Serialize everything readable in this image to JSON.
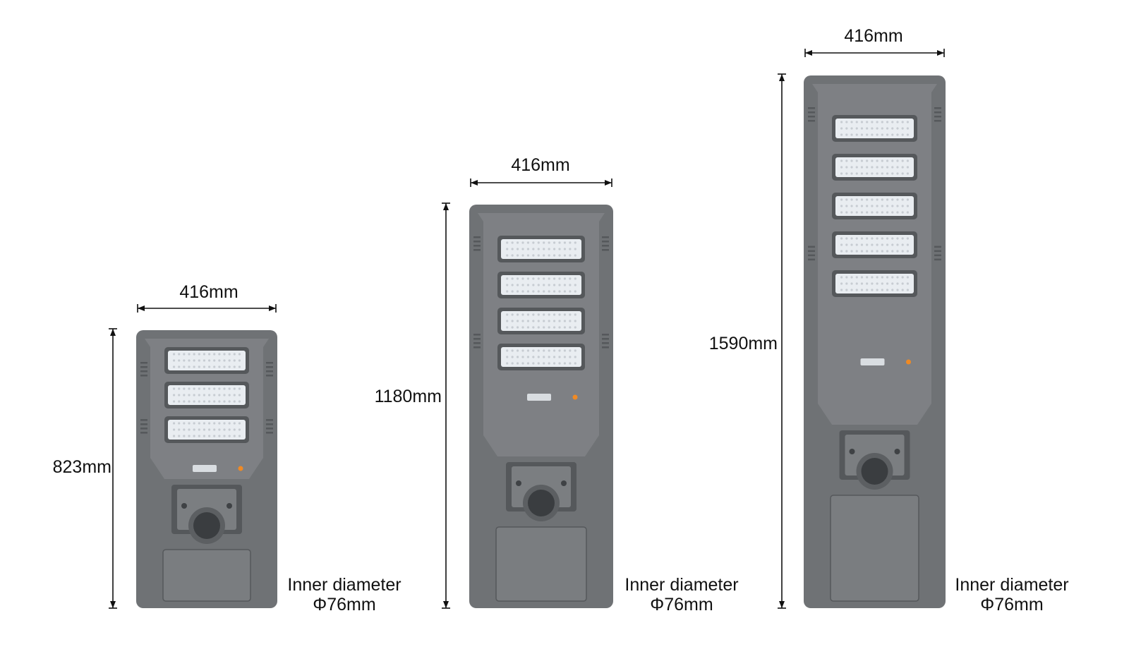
{
  "colors": {
    "housing": "#6f7275",
    "housing_dark": "#55585b",
    "housing_light": "#8a8d90",
    "led_panel": "#e9edf1",
    "indicator": "#f08a24",
    "dimension_line": "#111111"
  },
  "lamps": [
    {
      "id": "small",
      "width_label": "416mm",
      "height_label": "823mm",
      "led_modules": 3,
      "note_line1": "Inner diameter",
      "note_line2": "Φ76mm"
    },
    {
      "id": "medium",
      "width_label": "416mm",
      "height_label": "1180mm",
      "led_modules": 4,
      "note_line1": "Inner diameter",
      "note_line2": "Φ76mm"
    },
    {
      "id": "large",
      "width_label": "416mm",
      "height_label": "1590mm",
      "led_modules": 5,
      "note_line1": "Inner diameter",
      "note_line2": "Φ76mm"
    }
  ]
}
